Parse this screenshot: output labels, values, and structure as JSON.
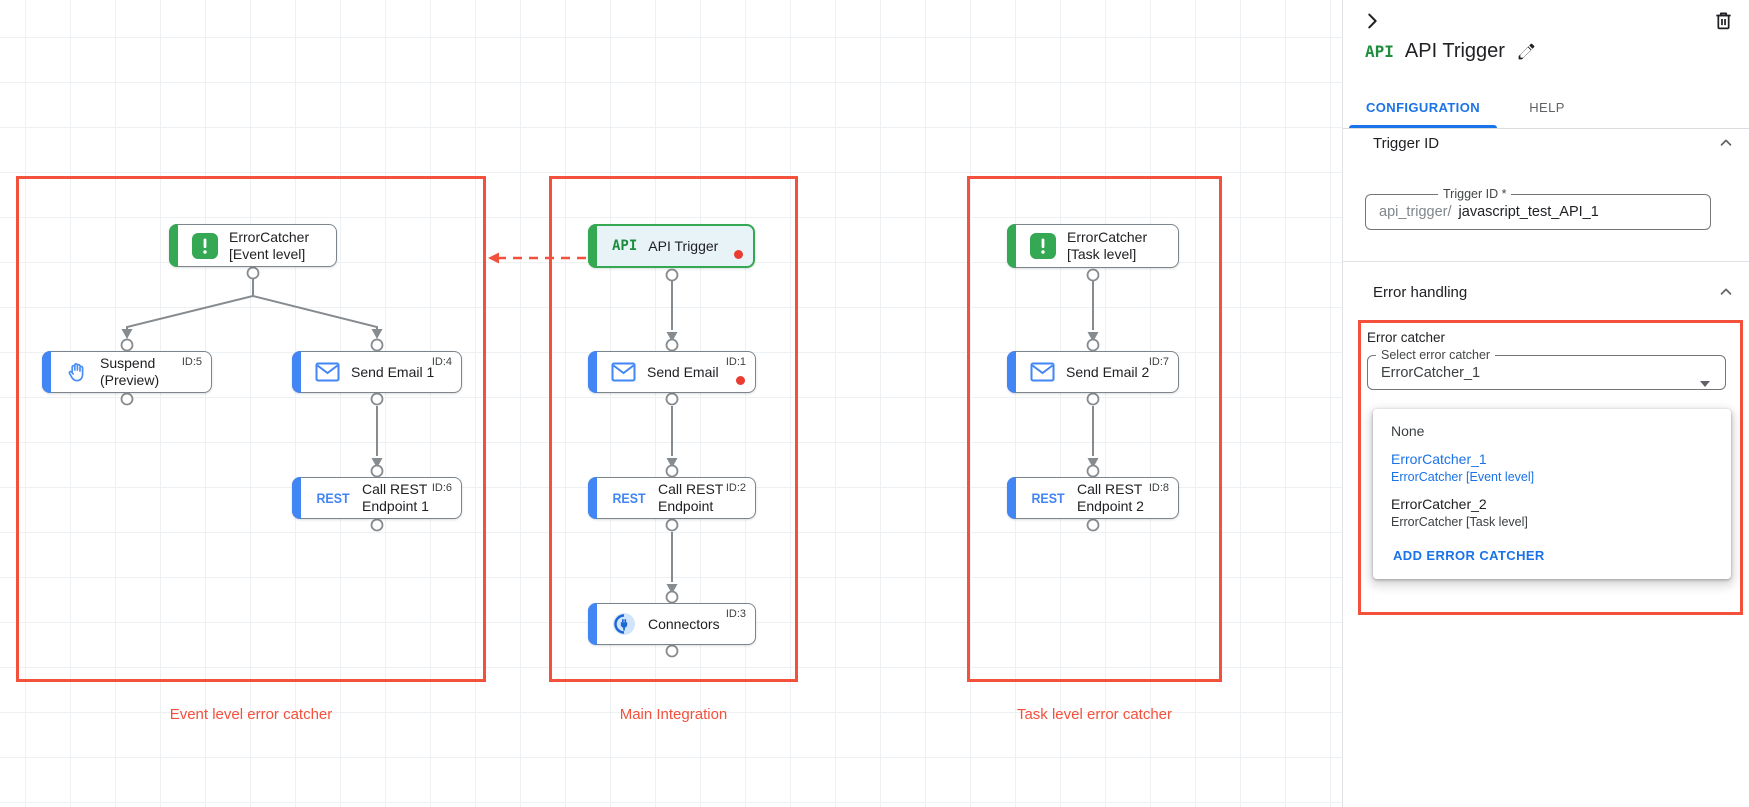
{
  "colors": {
    "accent": "#1a73e8",
    "task_blue": "#4285f4",
    "green": "#34a853",
    "group_red": "#f4513c",
    "error_dot": "#e93d31"
  },
  "icons": {
    "rest": "REST",
    "api": "API"
  },
  "canvas": {
    "groups": [
      {
        "label": "Event level error catcher"
      },
      {
        "label": "Main Integration"
      },
      {
        "label": "Task level error catcher"
      }
    ],
    "nodes": {
      "error_catcher_event": {
        "label": "ErrorCatcher [Event level]"
      },
      "suspend": {
        "label": "Suspend (Preview)",
        "id": "ID:5"
      },
      "send_email_1": {
        "label": "Send Email 1",
        "id": "ID:4"
      },
      "call_rest_1": {
        "label": "Call REST Endpoint 1",
        "id": "ID:6"
      },
      "api_trigger": {
        "label": "API Trigger"
      },
      "send_email": {
        "label": "Send Email",
        "id": "ID:1"
      },
      "call_rest": {
        "label": "Call REST Endpoint",
        "id": "ID:2"
      },
      "connectors": {
        "label": "Connectors",
        "id": "ID:3"
      },
      "error_catcher_task": {
        "label": "ErrorCatcher [Task level]"
      },
      "send_email_2": {
        "label": "Send Email 2",
        "id": "ID:7"
      },
      "call_rest_2": {
        "label": "Call REST Endpoint 2",
        "id": "ID:8"
      }
    }
  },
  "panel": {
    "title": "API Trigger",
    "tabs": {
      "configuration": "CONFIGURATION",
      "help": "HELP"
    },
    "trigger_id": {
      "section": "Trigger ID",
      "field_label": "Trigger ID *",
      "prefix": "api_trigger/",
      "value": "javascript_test_API_1"
    },
    "error_handling": {
      "section": "Error handling",
      "group_label": "Error catcher",
      "select_label": "Select error catcher",
      "select_value": "ErrorCatcher_1",
      "options": [
        {
          "name": "None",
          "sub": ""
        },
        {
          "name": "ErrorCatcher_1",
          "sub": "ErrorCatcher [Event level]"
        },
        {
          "name": "ErrorCatcher_2",
          "sub": "ErrorCatcher [Task level]"
        }
      ],
      "add_button": "ADD ERROR CATCHER"
    }
  }
}
